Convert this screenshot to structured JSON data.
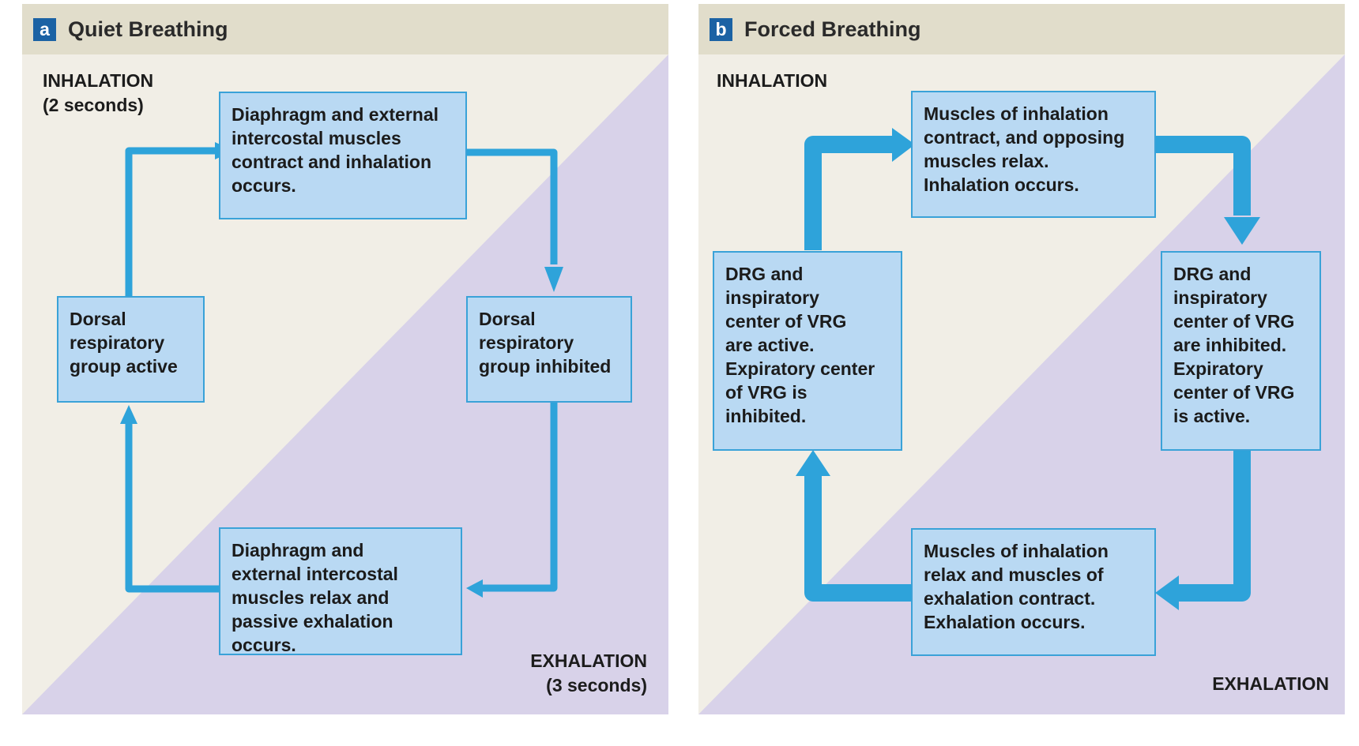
{
  "colors": {
    "header_bg": "#e1ddcb",
    "inhalation_bg": "#f1eee6",
    "exhalation_bg": "#d8d2e9",
    "box_fill": "#b9d9f3",
    "box_border": "#3aa2d8",
    "arrow": "#2ea3da",
    "badge": "#1b62a4"
  },
  "panel_a": {
    "badge": "a",
    "title": "Quiet Breathing",
    "inhalation_label": "INHALATION\n(2 seconds)",
    "exhalation_label": "EXHALATION\n(3 seconds)",
    "box_top": "Diaphragm and external\nintercostal muscles\ncontract and inhalation\noccurs.",
    "box_right": "Dorsal\nrespiratory\ngroup inhibited",
    "box_bottom": "Diaphragm and\nexternal intercostal\nmuscles relax and\npassive exhalation\noccurs.",
    "box_left": "Dorsal\nrespiratory\ngroup active"
  },
  "panel_b": {
    "badge": "b",
    "title": "Forced Breathing",
    "inhalation_label": "INHALATION",
    "exhalation_label": "EXHALATION",
    "box_top": "Muscles of inhalation\ncontract, and opposing\nmuscles relax.\nInhalation occurs.",
    "box_right": "DRG and\ninspiratory\ncenter of VRG\nare inhibited.\nExpiratory\ncenter of VRG\nis active.",
    "box_bottom": "Muscles of inhalation\nrelax and muscles of\nexhalation contract.\nExhalation occurs.",
    "box_left": "DRG and\ninspiratory\ncenter of VRG\nare active.\nExpiratory center\nof VRG is\ninhibited."
  }
}
